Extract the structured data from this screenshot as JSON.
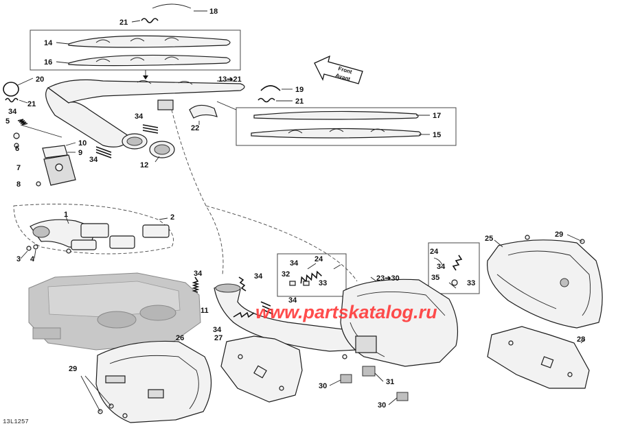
{
  "diagram": {
    "drawing_code": "13L1257",
    "watermark": "www.partskatalog.ru",
    "direction_arrow": {
      "line1": "Front",
      "line2": "Avant"
    },
    "callouts": [
      {
        "id": "c18",
        "text": "18"
      },
      {
        "id": "c21a",
        "text": "21"
      },
      {
        "id": "c14",
        "text": "14"
      },
      {
        "id": "c16",
        "text": "16"
      },
      {
        "id": "c20",
        "text": "20"
      },
      {
        "id": "c21b",
        "text": "21"
      },
      {
        "id": "c13",
        "text": "13➔21"
      },
      {
        "id": "c19",
        "text": "19"
      },
      {
        "id": "c21c",
        "text": "21"
      },
      {
        "id": "c17",
        "text": "17"
      },
      {
        "id": "c15",
        "text": "15"
      },
      {
        "id": "c34a",
        "text": "34"
      },
      {
        "id": "c5",
        "text": "5"
      },
      {
        "id": "c34b",
        "text": "34"
      },
      {
        "id": "c22",
        "text": "22"
      },
      {
        "id": "c6",
        "text": "6"
      },
      {
        "id": "c10",
        "text": "10"
      },
      {
        "id": "c9",
        "text": "9"
      },
      {
        "id": "c34c",
        "text": "34"
      },
      {
        "id": "c12",
        "text": "12"
      },
      {
        "id": "c7",
        "text": "7"
      },
      {
        "id": "c8",
        "text": "8"
      },
      {
        "id": "c1",
        "text": "1"
      },
      {
        "id": "c2",
        "text": "2"
      },
      {
        "id": "c3",
        "text": "3"
      },
      {
        "id": "c4",
        "text": "4"
      },
      {
        "id": "c24a",
        "text": "24"
      },
      {
        "id": "c34d",
        "text": "34"
      },
      {
        "id": "c32",
        "text": "32"
      },
      {
        "id": "c33a",
        "text": "33"
      },
      {
        "id": "c34e",
        "text": "34"
      },
      {
        "id": "c34f",
        "text": "34"
      },
      {
        "id": "c11",
        "text": "11"
      },
      {
        "id": "c34g",
        "text": "34"
      },
      {
        "id": "c34h",
        "text": "34"
      },
      {
        "id": "c23",
        "text": "23➔30"
      },
      {
        "id": "c24b",
        "text": "24"
      },
      {
        "id": "c34i",
        "text": "34"
      },
      {
        "id": "c35",
        "text": "35"
      },
      {
        "id": "c33b",
        "text": "33"
      },
      {
        "id": "c25",
        "text": "25"
      },
      {
        "id": "c29a",
        "text": "29"
      },
      {
        "id": "c26",
        "text": "26"
      },
      {
        "id": "c27",
        "text": "27"
      },
      {
        "id": "c28",
        "text": "28"
      },
      {
        "id": "c29b",
        "text": "29"
      },
      {
        "id": "c31",
        "text": "31"
      },
      {
        "id": "c30a",
        "text": "30"
      },
      {
        "id": "c30b",
        "text": "30"
      }
    ]
  }
}
